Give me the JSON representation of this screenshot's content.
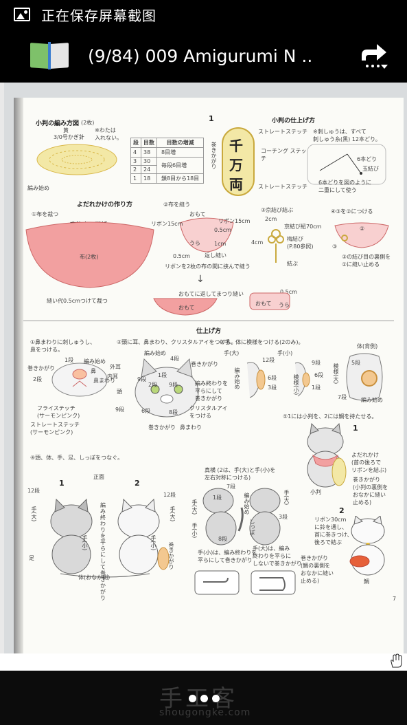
{
  "status_bar": {
    "notification_text": "正在保存屏幕截图",
    "icon": "image-icon"
  },
  "app_bar": {
    "title": "(9/84) 009  Amigurumi N ..",
    "app_icon": "book-icon",
    "share_icon": "share-icon"
  },
  "document": {
    "page_number": "7",
    "sections": {
      "koban_pattern_title": "小判の編み方図",
      "koban_pattern_count": "(2枚)",
      "yarn_color": "黄",
      "hook": "3/0号かぎ針",
      "note_white": "※わたは\n入れない。",
      "start_label": "編み始め",
      "table": {
        "headers": [
          "段",
          "目数",
          "目数の増減"
        ],
        "rows": [
          [
            "4",
            "38",
            "8目増"
          ],
          [
            "3",
            "30",
            ""
          ],
          [
            "2",
            "24",
            ""
          ],
          [
            "1",
            "18",
            "鎖8目から18目"
          ]
        ],
        "merged_note": "毎段6目増"
      },
      "koban_finish_title": "小判の仕上げ方",
      "koban_finish_number": "1",
      "koban_labels": [
        "ストレートステッチ",
        "巻きかがり",
        "コーチング ステッチ",
        "ストレートステッチ"
      ],
      "koban_characters": [
        "千",
        "万",
        "両"
      ],
      "koban_note": "※刺しゅうは、すべて\n刺しゅう糸(黒) 12本どり。",
      "needle_labels": [
        "6本どり",
        "玉結び",
        "6本どりを図のように\n二重にして使う"
      ],
      "bib_title": "よだれかけの作り方",
      "bib_step1": "①布を裁つ",
      "bib_template": "実物大の型紙",
      "bib_fabric": "布(2枚)",
      "bib_seam": "縫い代0.5cmつけて裁つ",
      "bib_step2": "②布を縫う",
      "bib_step2_labels": [
        "おもて",
        "リボン15cm",
        "リボン15cm",
        "0.5cm",
        "うら",
        "1cm",
        "0.5cm",
        "返し縫い",
        "リボンを2枚の布の間に挟んで縫う"
      ],
      "bib_step3": "③京結び結ぶ",
      "bib_step3_labels": [
        "2cm",
        "京結び紐70cm",
        "4cm",
        "梅結び\n(P.80参照)",
        "結ぶ"
      ],
      "bib_step4": "④③を②につける",
      "bib_step4_labels": [
        "②",
        "③",
        "③の結び目の裏側を\n②に縫い止める"
      ],
      "bib_return": "おもてに返してまつり縫い",
      "bib_return_labels": [
        "おもて",
        "0.5cm",
        "おもて",
        "うら"
      ],
      "finish_title": "仕上げ方",
      "finish_step1": "①鼻まわりに刺しゅうし、\n鼻をつける。",
      "finish_step1_labels": [
        "1段",
        "編み始め",
        "巻きかがり",
        "鼻",
        "2段",
        "鼻まわり",
        "フライステッチ\n(サーモンピンク)",
        "ストレートステッチ\n(サーモンピンク)"
      ],
      "finish_step2": "②頭に耳、鼻まわり、クリスタルアイをつける。",
      "finish_step2_labels": [
        "編み始め",
        "4段",
        "外耳",
        "内耳",
        "1段",
        "2段",
        "9段",
        "9段",
        "巻きかがり",
        "頭",
        "編み終わりを\n平らにして\n巻きかがり",
        "9段",
        "6段",
        "8段",
        "クリスタルアイ\nをつける",
        "巻きかがり",
        "鼻まわり"
      ],
      "finish_step3": "③手、体に模様をつける(2のみ)。",
      "finish_step3_labels": [
        "手(大)",
        "手(小)",
        "12段",
        "6段",
        "3段",
        "9段",
        "6段",
        "1段",
        "編み始め",
        "模様(小)",
        "模様(大)",
        "体(背側)",
        "5段",
        "7段",
        "編み始め"
      ],
      "finish_step5": "⑤1には小判を、2には鯛を持たせる。",
      "finish_step5_labels": [
        "1",
        "よだれかけ\n(首の後ろで\nリボンを結ぶ)",
        "小判",
        "巻きかがり\n(小判の裏側を\nおなかに縫い\n止める)",
        "2",
        "リボン30cm\nに鈴を通し、\n首に巻きつけ、\n後ろで結ぶ",
        "巻きかがり\n(鯛の裏側を\nおなかに縫い\n止める)",
        "鯛"
      ],
      "finish_step4": "④頭、体、手、足、しっぽをつなぐ。",
      "finish_step4_labels": [
        "正面",
        "1",
        "2",
        "12段",
        "12段",
        "手(大)",
        "手(大)",
        "編み終わりを平らにして巻きかがり",
        "手(小)",
        "手(小)",
        "足",
        "体(おなか側)",
        "巻きかがり"
      ],
      "side_view": "真横 (2は、手(大)と手(小)を\n左右対称につける)",
      "side_labels": [
        "7段",
        "1段",
        "編み始め",
        "8段",
        "3段",
        "しっぽ",
        "手(大)",
        "手(小)",
        "手(大)"
      ],
      "bottom_notes": [
        "手(小)は、編み終わりを\n平らにして巻きかがり",
        "手(大)は、編み\n終わりを平らに\nしないで巻きかがり"
      ]
    }
  },
  "nav_bar": {
    "more_label": "•••"
  },
  "watermark": {
    "brand": "手工客",
    "url": "shougongke.com"
  },
  "colors": {
    "background": "#000000",
    "page": "#fbfbf7",
    "accent_red": "#d33333",
    "koban_yellow": "#f3e8a6",
    "bib_pink": "#f2a0a0"
  }
}
